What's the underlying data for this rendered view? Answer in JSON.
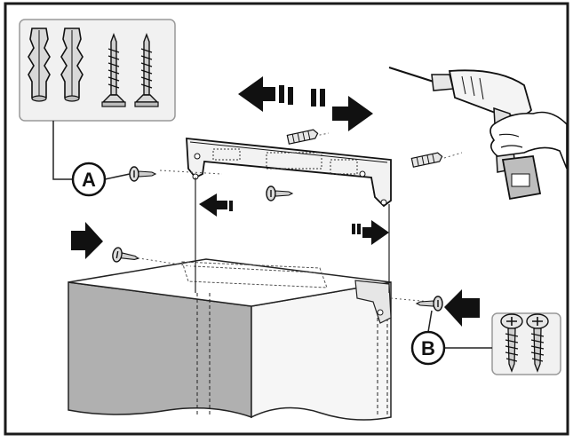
{
  "diagram": {
    "callouts": [
      {
        "id": "A",
        "label": "A"
      },
      {
        "id": "B",
        "label": "B"
      }
    ],
    "kits": {
      "kit_a": {
        "items": [
          "wall-plug-icon",
          "wall-plug-icon",
          "wood-screw-icon",
          "wood-screw-icon"
        ]
      },
      "kit_b": {
        "items": [
          "pan-head-screw-icon",
          "pan-head-screw-icon"
        ]
      }
    },
    "colors": {
      "frame": "#1a1a1a",
      "panel_fill": "#f1f1f1",
      "cabinet_side": "#b0b0b0",
      "cabinet_top": "#ffffff",
      "arrow": "#111111",
      "line": "#222222"
    }
  }
}
